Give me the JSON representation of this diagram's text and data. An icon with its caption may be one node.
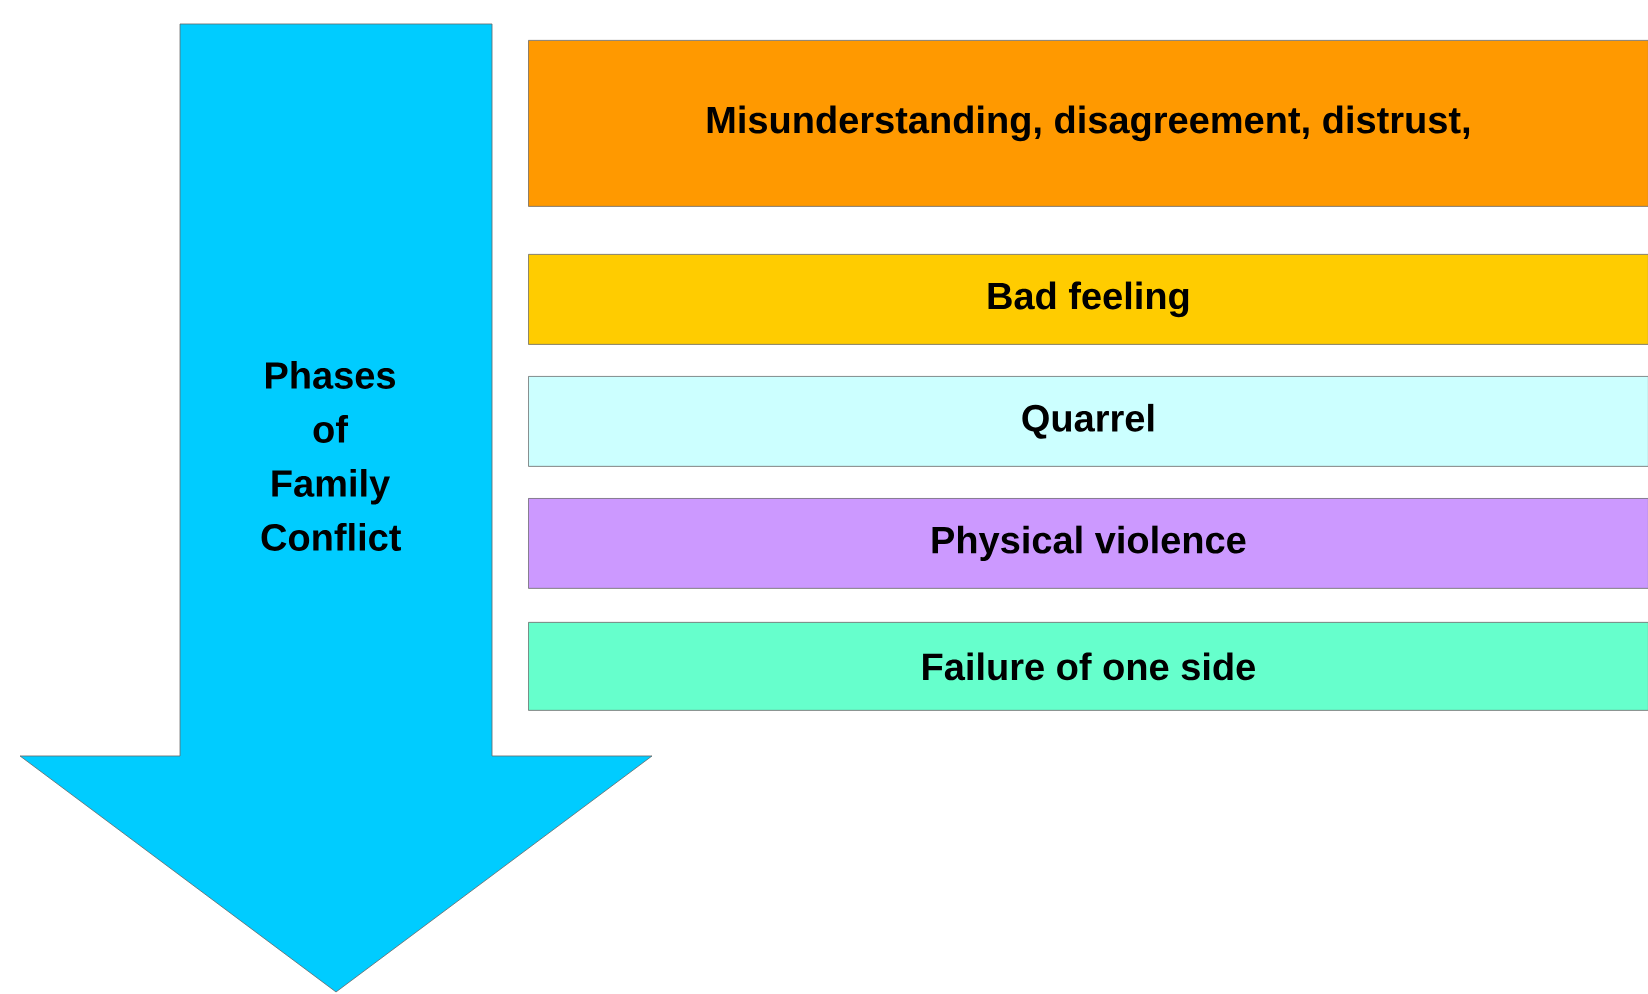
{
  "diagram": {
    "nodes": [
      {
        "text": [
          "Phases of Family Conflict"
        ]
      },
      {
        "text": [
          "Misunderstanding, disagreement, distrust,"
        ]
      },
      {
        "text": [
          "Bad feeling"
        ]
      },
      {
        "text": [
          "Quarrel"
        ]
      },
      {
        "text": [
          "Physical violence"
        ]
      },
      {
        "text": [
          "Failure of one side"
        ]
      }
    ]
  }
}
